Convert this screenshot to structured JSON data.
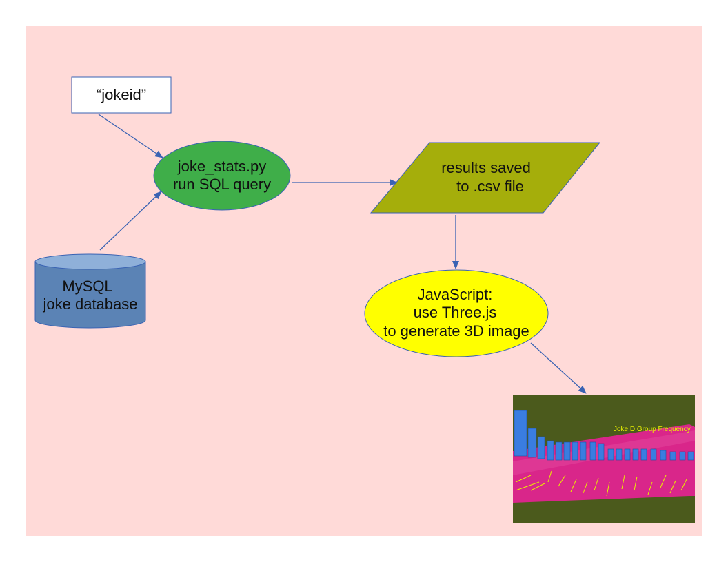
{
  "diagram": {
    "nodes": {
      "input": {
        "text": "“jokeid”"
      },
      "script": {
        "line1": "joke_stats.py",
        "line2": "run SQL query"
      },
      "database": {
        "line1": "MySQL",
        "line2": "joke database"
      },
      "output": {
        "line1": "results saved",
        "line2": "to .csv file"
      },
      "renderer": {
        "line1": "JavaScript:",
        "line2": "use Three.js",
        "line3": "to generate 3D image"
      }
    },
    "edges": [
      {
        "from": "input",
        "to": "script"
      },
      {
        "from": "database",
        "to": "script"
      },
      {
        "from": "script",
        "to": "output"
      },
      {
        "from": "output",
        "to": "renderer"
      },
      {
        "from": "renderer",
        "to": "thumbnail"
      }
    ],
    "thumbnail": {
      "title": "JokeID Group Frequency"
    }
  },
  "colors": {
    "page_background": "#ffdad8",
    "script_fill": "#3fae49",
    "database_fill": "#5b83b5",
    "output_fill": "#a5ae0b",
    "renderer_fill": "#ffff00",
    "arrow": "#3a63b3",
    "thumb_bg": "#4b5a1c",
    "thumb_floor": "#d9268a",
    "thumb_bar": "#3a7de0"
  }
}
